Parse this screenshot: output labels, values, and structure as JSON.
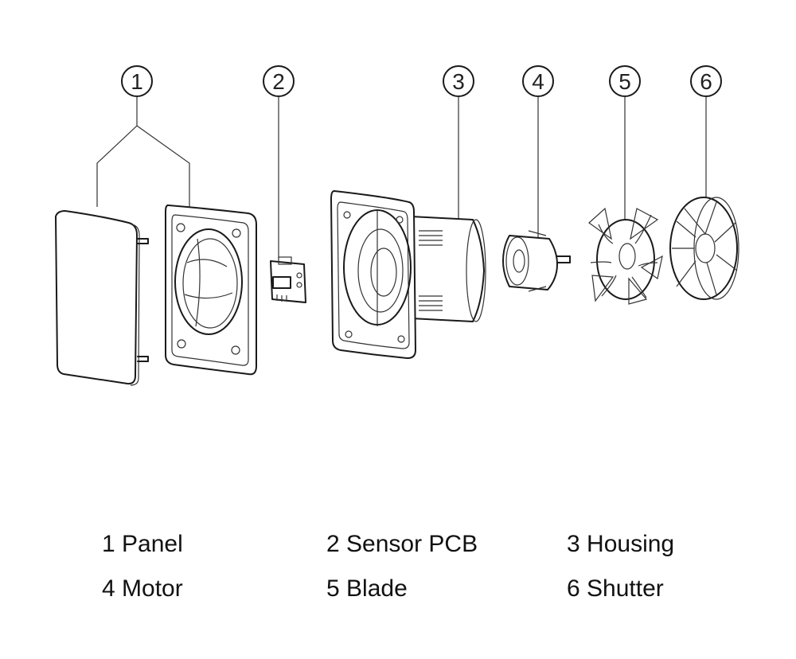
{
  "callouts": [
    {
      "number": "1"
    },
    {
      "number": "2"
    },
    {
      "number": "3"
    },
    {
      "number": "4"
    },
    {
      "number": "5"
    },
    {
      "number": "6"
    }
  ],
  "legend": [
    {
      "number": "1",
      "label": "Panel"
    },
    {
      "number": "2",
      "label": "Sensor PCB"
    },
    {
      "number": "3",
      "label": "Housing"
    },
    {
      "number": "4",
      "label": "Motor"
    },
    {
      "number": "5",
      "label": "Blade"
    },
    {
      "number": "6",
      "label": "Shutter"
    }
  ],
  "colors": {
    "line": "#1a1a1a",
    "background": "#ffffff",
    "text": "#111111"
  }
}
